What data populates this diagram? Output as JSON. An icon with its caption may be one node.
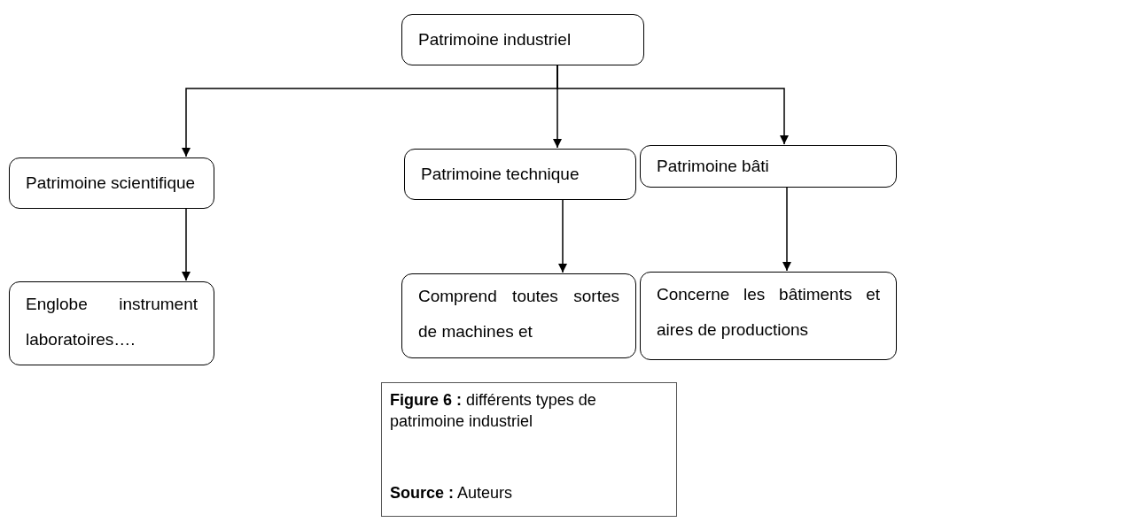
{
  "diagram": {
    "caption": "**Figure 6 :** différents types de patrimoine industriel",
    "nodes": [
      {
        "text": [
          "Patrimoine industriel"
        ]
      },
      {
        "text": [
          "Patrimoine scientifique"
        ]
      },
      {
        "text": [
          "Patrimoine technique"
        ]
      },
      {
        "text": [
          "Patrimoine bâti"
        ]
      },
      {
        "text": [
          "Englobe instrument laboratoires…."
        ]
      },
      {
        "text": [
          "Comprend toutes sortes de machines et"
        ]
      },
      {
        "text": [
          "Concerne les bâtiments et aires de productions"
        ]
      }
    ],
    "edges": [
      {
        "from": 0,
        "to": 1,
        "arrow": "to"
      },
      {
        "from": 0,
        "to": 2,
        "arrow": "to"
      },
      {
        "from": 0,
        "to": 3,
        "arrow": "to"
      },
      {
        "from": 1,
        "to": 4,
        "arrow": "to"
      },
      {
        "from": 2,
        "to": 5,
        "arrow": "to"
      },
      {
        "from": 3,
        "to": 6,
        "arrow": "to"
      }
    ],
    "labels": [
      "**Source :** Auteurs"
    ]
  }
}
